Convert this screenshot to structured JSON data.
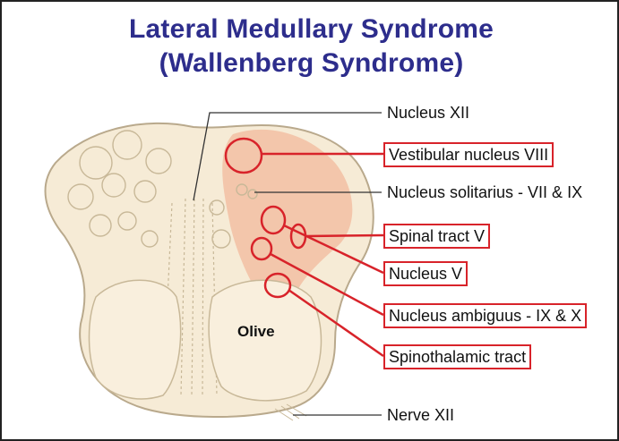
{
  "title": {
    "line1": "Lateral Medullary Syndrome",
    "line2": "(Wallenberg Syndrome)"
  },
  "labels": {
    "nucleus_xii": "Nucleus XII",
    "vestibular": "Vestibular nucleus VIII",
    "solitarius": "Nucleus solitarius - VII & IX",
    "spinal_tract_v": "Spinal tract V",
    "nucleus_v": "Nucleus V",
    "ambiguus": "Nucleus ambiguus - IX & X",
    "spinothalamic": "Spinothalamic tract",
    "nerve_xii": "Nerve XII",
    "olive": "Olive"
  },
  "colors": {
    "title": "#2d2d8c",
    "highlight_lines": "#d8232a",
    "medulla_fill": "#f6ebd6",
    "medulla_outline": "#b9a98c",
    "lesion_fill": "#f3c2a6"
  }
}
